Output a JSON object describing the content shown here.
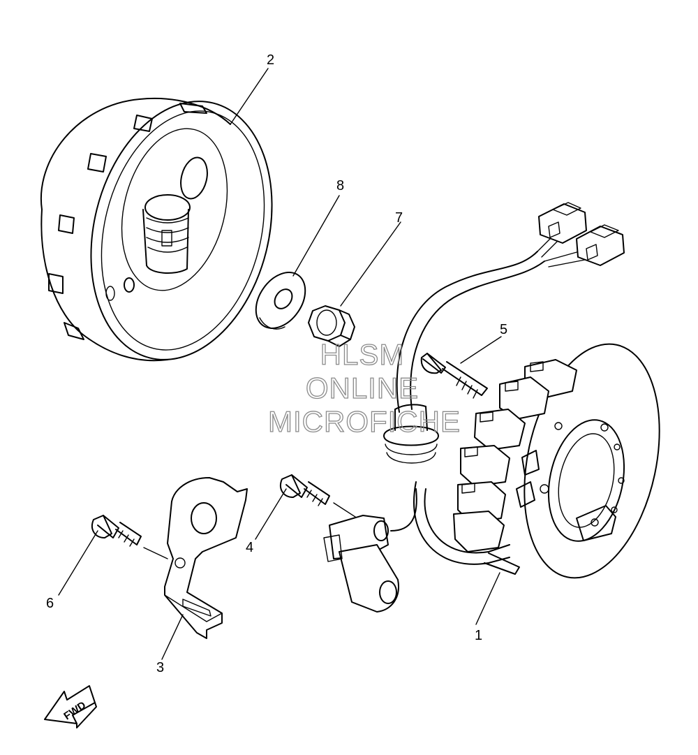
{
  "callouts": [
    {
      "id": "1",
      "label": "1"
    },
    {
      "id": "2",
      "label": "2"
    },
    {
      "id": "3",
      "label": "3"
    },
    {
      "id": "4",
      "label": "4"
    },
    {
      "id": "5",
      "label": "5"
    },
    {
      "id": "6",
      "label": "6"
    },
    {
      "id": "7",
      "label": "7"
    },
    {
      "id": "8",
      "label": "8"
    }
  ],
  "watermark": {
    "line1": "HLSM",
    "line2": "ONLINE",
    "line3": "MICROFICHE"
  },
  "direction_arrow": {
    "label": "FWD"
  }
}
